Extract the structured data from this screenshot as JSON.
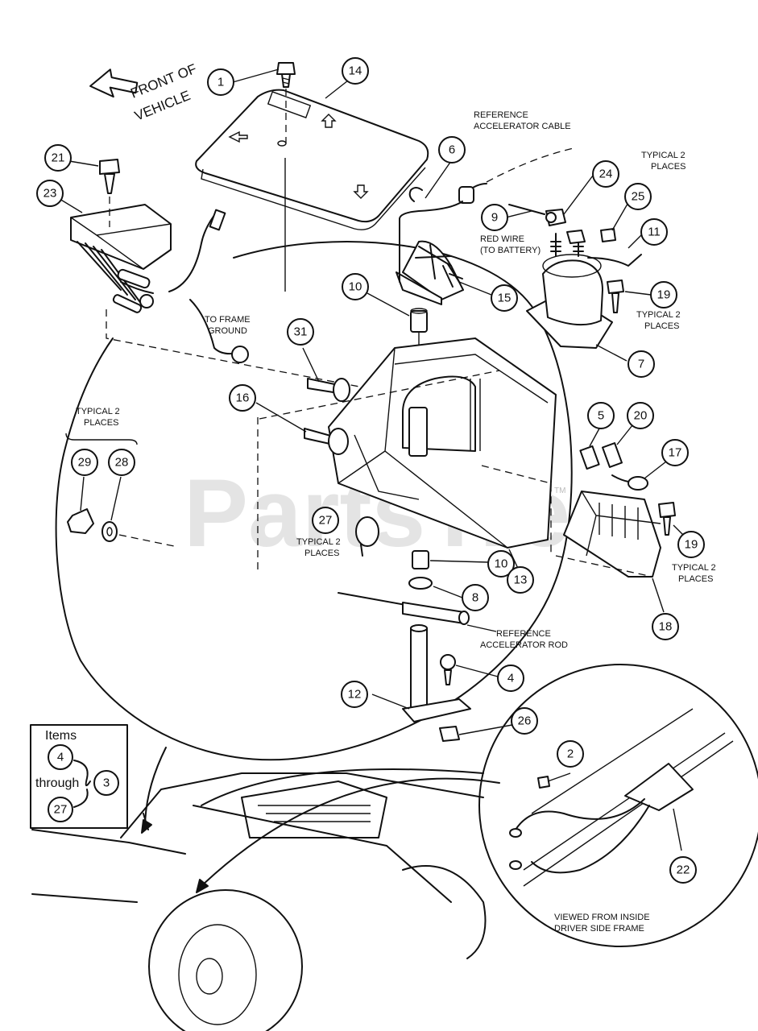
{
  "watermark": {
    "text": "PartsTree",
    "trademark": "TM"
  },
  "labels": {
    "front_of_vehicle_line1": "FRONT OF",
    "front_of_vehicle_line2": "VEHICLE",
    "ref_cable_line1": "REFERENCE",
    "ref_cable_line2": "ACCELERATOR CABLE",
    "typical2_top_line1": "TYPICAL 2",
    "typical2_top_line2": "PLACES",
    "red_wire_line1": "RED WIRE",
    "red_wire_line2": "(TO BATTERY)",
    "typical2_19a_line1": "TYPICAL 2",
    "typical2_19a_line2": "PLACES",
    "to_frame_line1": "TO FRAME",
    "to_frame_line2": "GROUND",
    "typical2_left_line1": "TYPICAL 2",
    "typical2_left_line2": "PLACES",
    "typical2_27_line1": "TYPICAL 2",
    "typical2_27_line2": "PLACES",
    "typical2_19b_line1": "TYPICAL 2",
    "typical2_19b_line2": "PLACES",
    "ref_rod_line1": "REFERENCE",
    "ref_rod_line2": "ACCELERATOR ROD",
    "viewed_line1": "VIEWED FROM INSIDE",
    "viewed_line2": "DRIVER SIDE FRAME"
  },
  "legend": {
    "title": "Items",
    "from": "4",
    "through": "through",
    "to": "27",
    "ref": "3"
  },
  "callouts": {
    "c1": "1",
    "c14": "14",
    "c21": "21",
    "c23": "23",
    "c6": "6",
    "c24": "24",
    "c25": "25",
    "c9": "9",
    "c11": "11",
    "c10a": "10",
    "c15": "15",
    "c19a": "19",
    "c7": "7",
    "c31": "31",
    "c16": "16",
    "c5": "5",
    "c20": "20",
    "c17": "17",
    "c29": "29",
    "c28": "28",
    "c27": "27",
    "c19b": "19",
    "c10b": "10",
    "c13": "13",
    "c8": "8",
    "c18": "18",
    "c4": "4",
    "c12": "12",
    "c26": "26",
    "c2": "2",
    "c22": "22"
  }
}
